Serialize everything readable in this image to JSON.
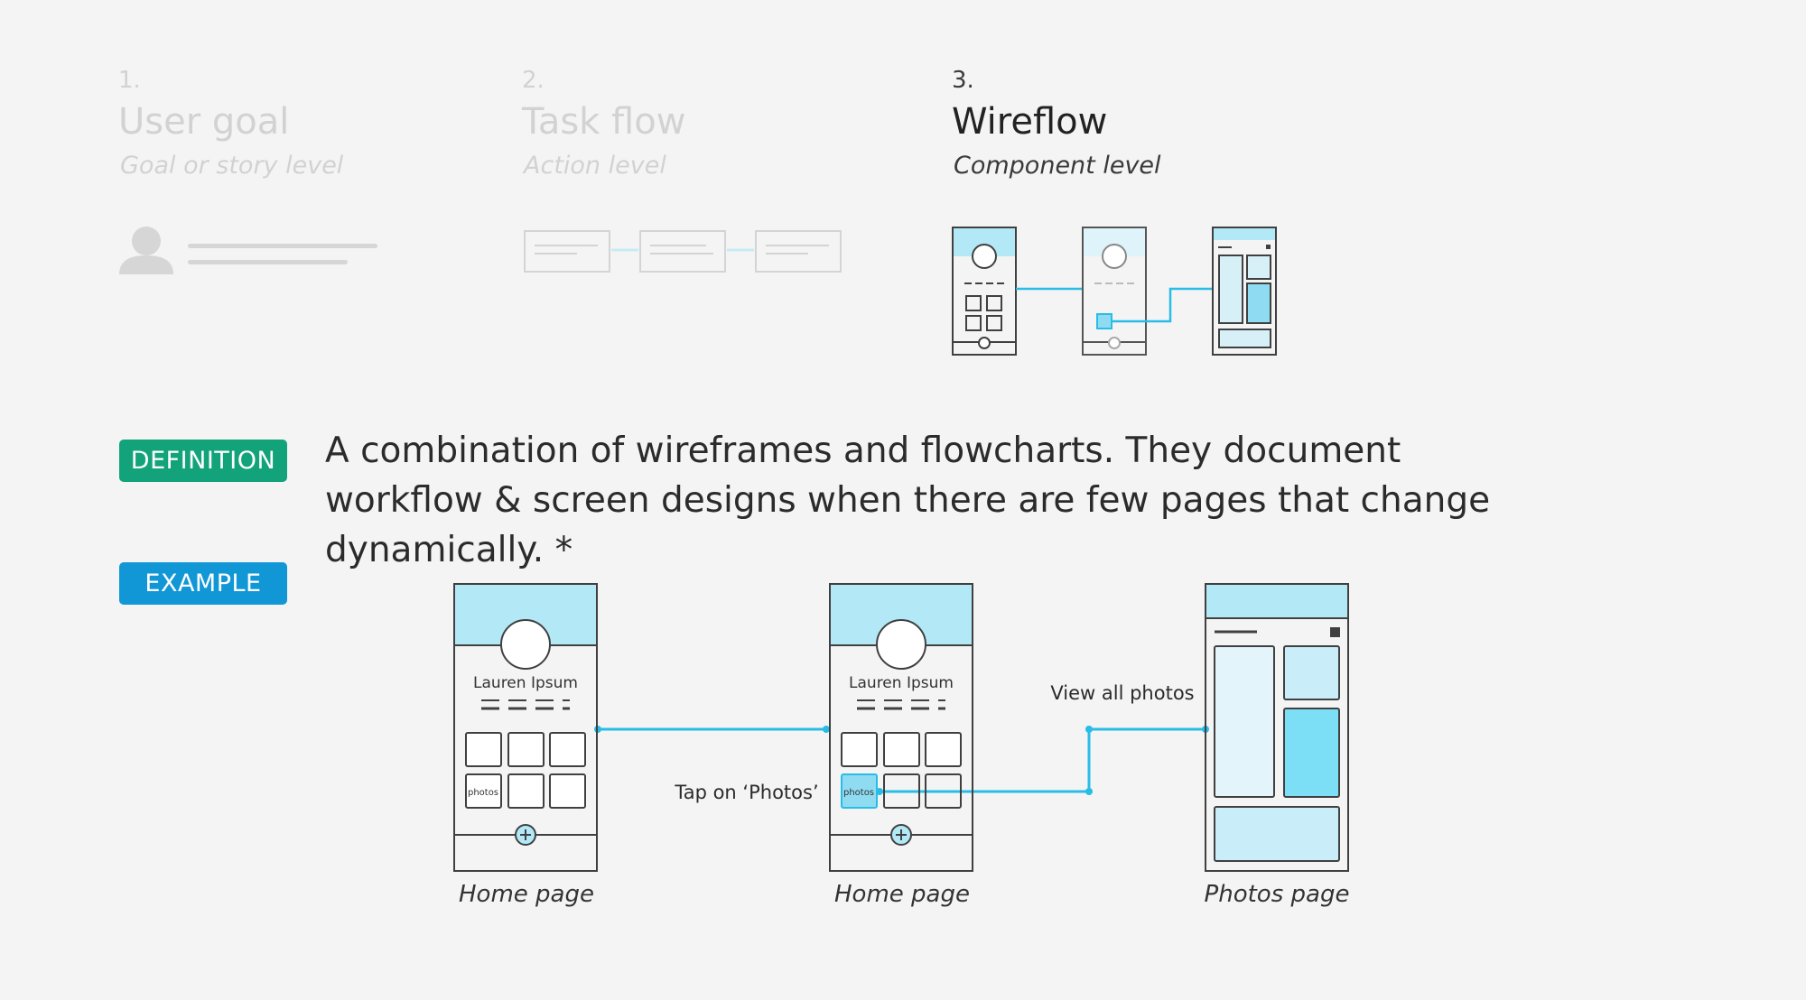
{
  "columns": [
    {
      "number": "1.",
      "title": "User goal",
      "subtitle": "Goal or story level"
    },
    {
      "number": "2.",
      "title": "Task flow",
      "subtitle": "Action level"
    },
    {
      "number": "3.",
      "title": "Wireflow",
      "subtitle": "Component level"
    }
  ],
  "definition": {
    "badge": "DEFINITION",
    "badge_color": "#12a37a",
    "text": "A combination of wireframes and flowcharts. They document workflow & screen designs when there are few pages that change dynamically. *"
  },
  "example": {
    "badge": "EXAMPLE",
    "badge_color": "#1197d6",
    "screens": [
      {
        "name": "Lauren Ipsum",
        "photos_label": "photos",
        "caption": "Home page"
      },
      {
        "name": "Lauren Ipsum",
        "photos_label": "photos",
        "caption": "Home page"
      },
      {
        "caption": "Photos page"
      }
    ],
    "flow_labels": [
      "Tap on ‘Photos’",
      "View all photos"
    ]
  },
  "colors": {
    "accent": "#29bde6",
    "header_fill": "#b3e8f7",
    "wire_stroke": "#404040"
  }
}
